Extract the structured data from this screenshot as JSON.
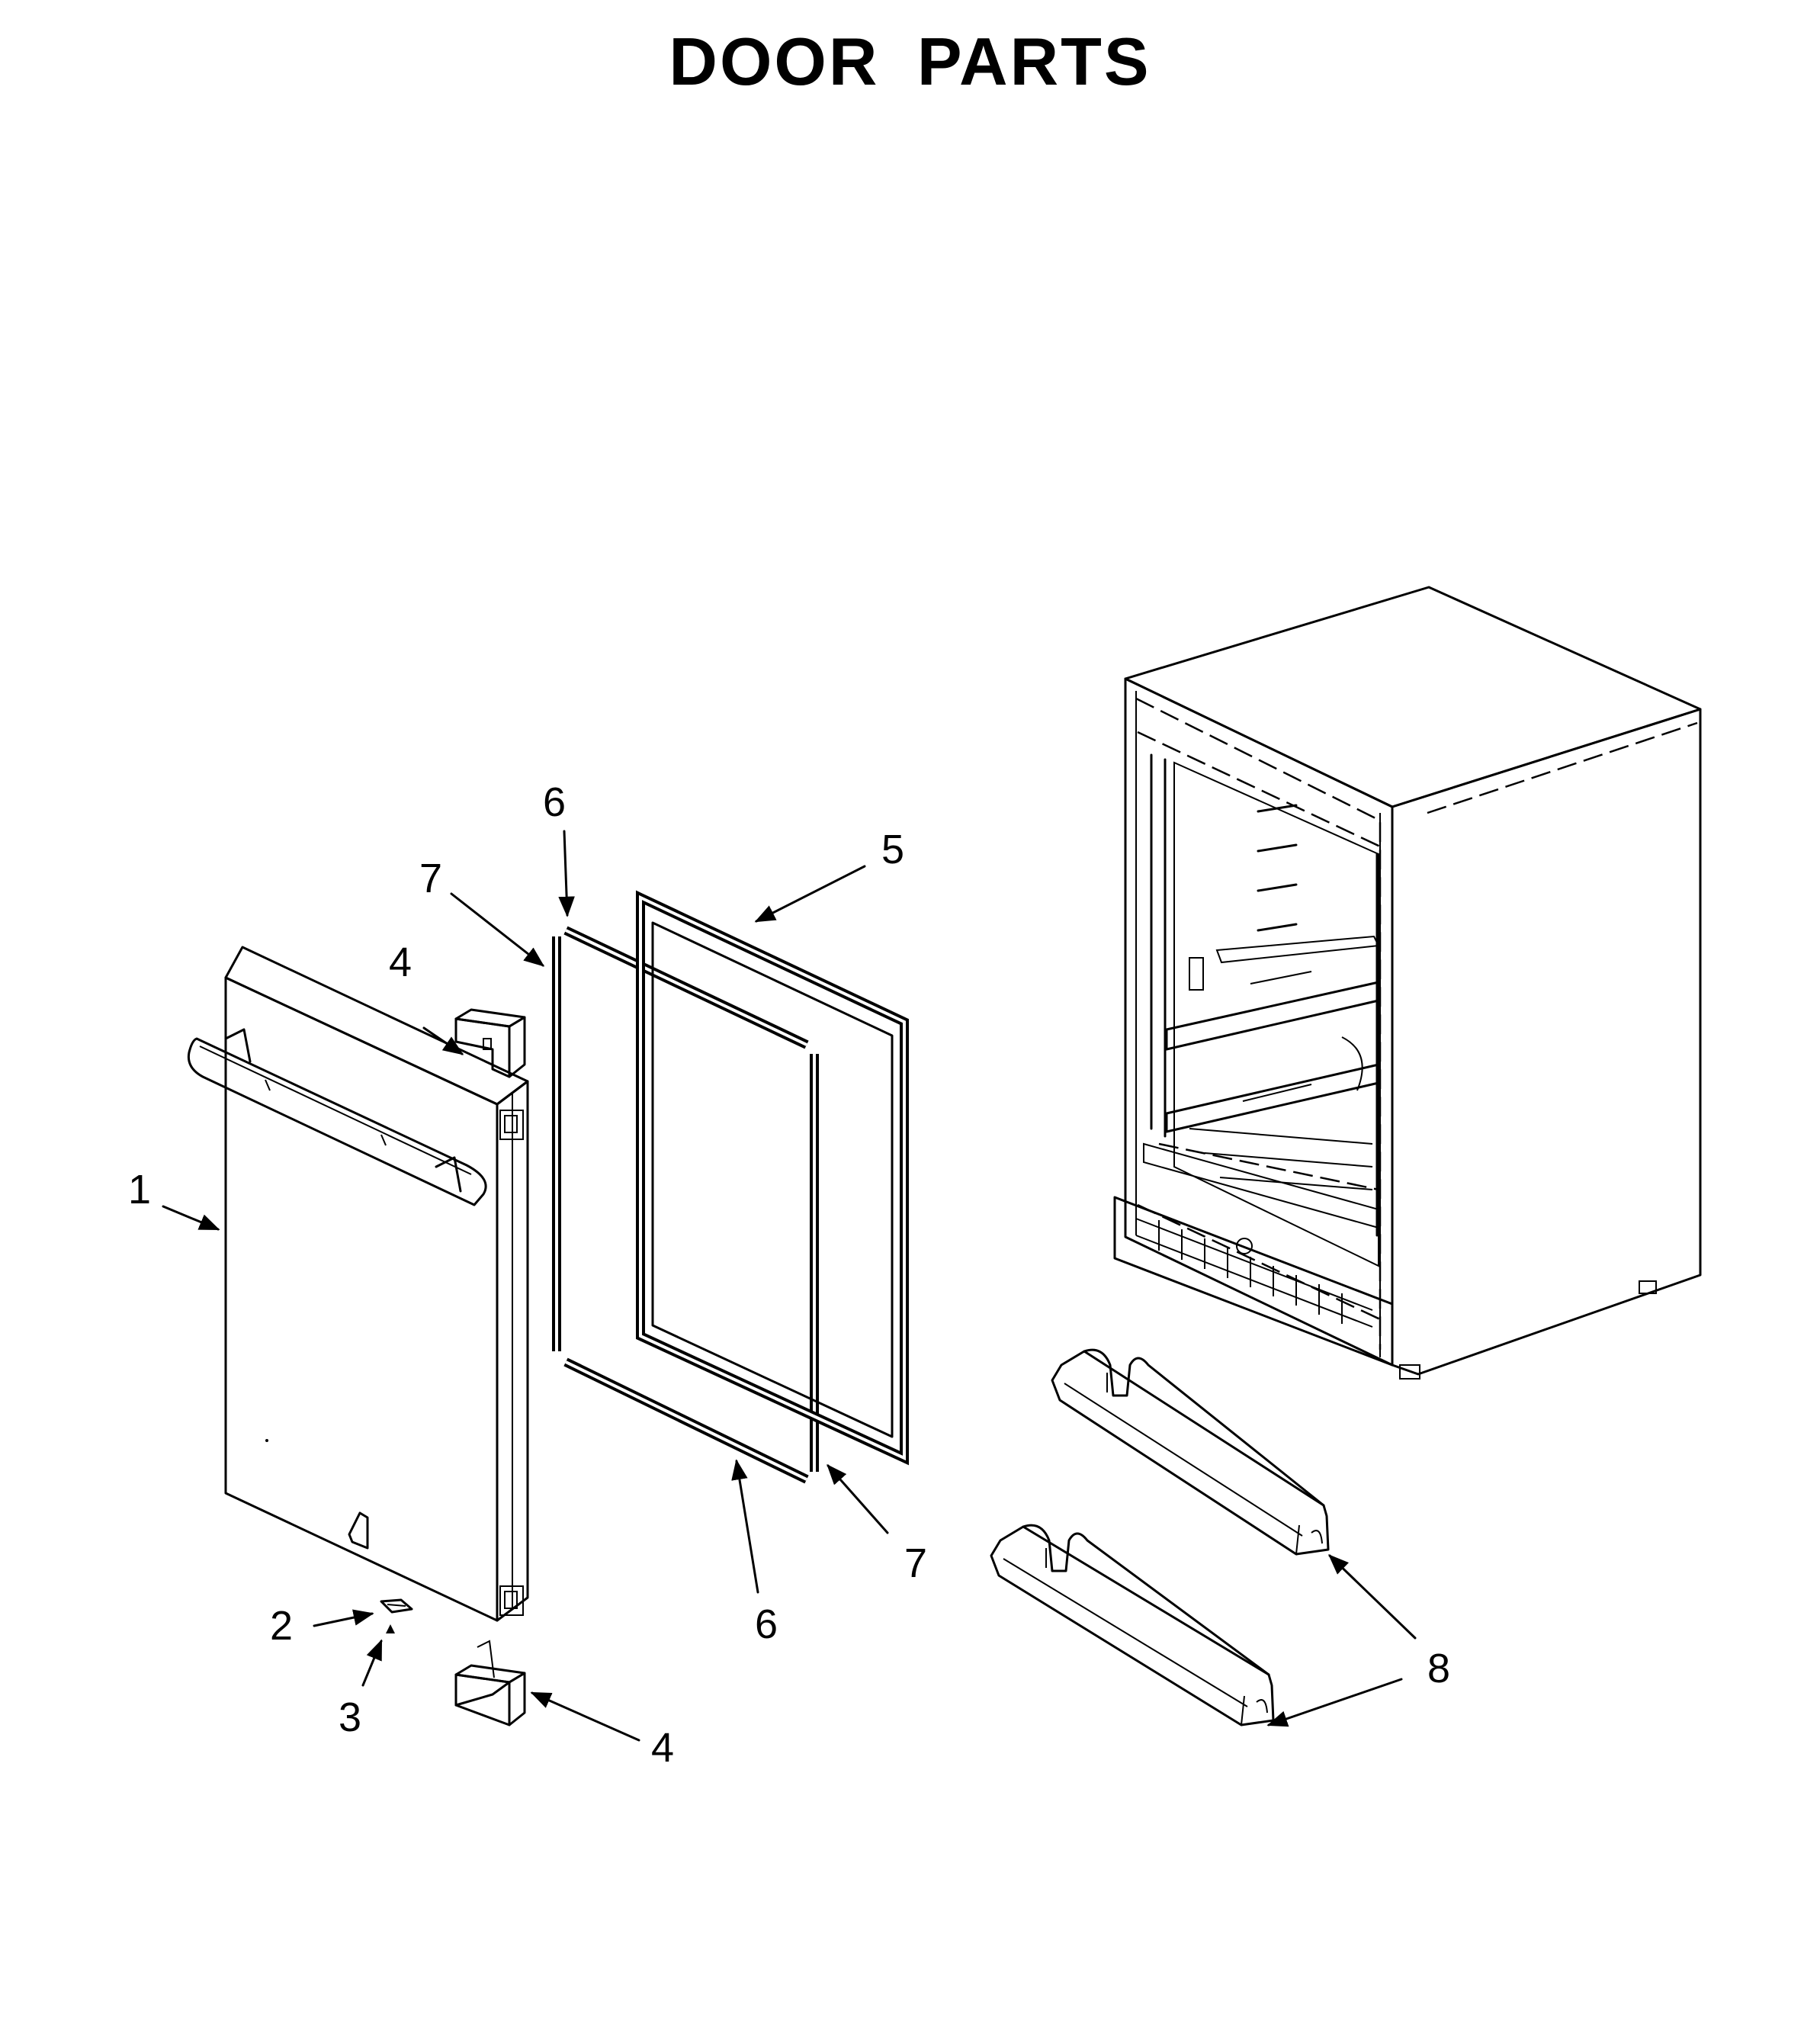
{
  "title": "DOOR PARTS",
  "callouts": {
    "c1": "1",
    "c2": "2",
    "c3": "3",
    "c4a": "4",
    "c4b": "4",
    "c5": "5",
    "c6a": "6",
    "c6b": "6",
    "c7a": "7",
    "c7b": "7",
    "c8": "8"
  },
  "icons": {
    "arrow": "arrowhead",
    "door": "door-panel-icon",
    "gasket": "door-gasket-icon",
    "cabinet": "refrigerator-cabinet-icon",
    "bin": "door-bin-icon"
  }
}
